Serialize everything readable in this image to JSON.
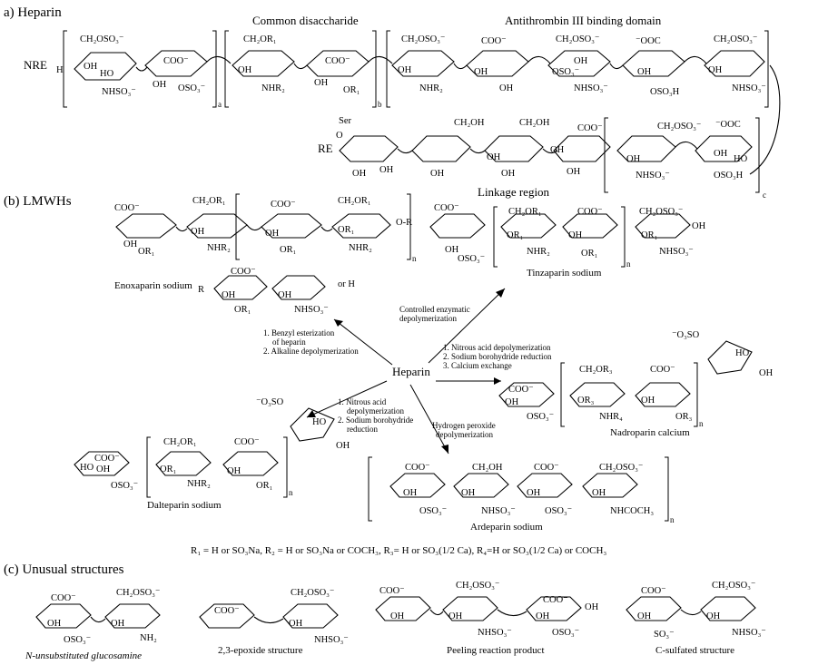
{
  "sections": {
    "a": "a)  Heparin",
    "b": "(b) LMWHs",
    "c": "(c) Unusual structures"
  },
  "heparin": {
    "common": "Common disaccharide",
    "atiii": "Antithrombin III binding domain",
    "linkage": "Linkage region",
    "nre": "NRE",
    "re": "RE",
    "ser": "Ser",
    "h": "H",
    "sub_a": "a",
    "sub_b": "b",
    "sub_c": "c"
  },
  "lmwh": {
    "enoxaparin": "Enoxaparin sodium",
    "tinzaparin": "Tinzaparin sodium",
    "nadroparin": "Nadroparin calcium",
    "dalteparin": "Dalteparin sodium",
    "ardeparin": "Ardeparin sodium",
    "center": "Heparin",
    "or_h": "or  H",
    "r": "R",
    "n": "n"
  },
  "processes": {
    "enox": [
      "1. Benzyl esterization",
      "of heparin",
      "2. Alkaline depolymerization"
    ],
    "tinz": [
      "Controlled enzymatic",
      "depolymerization"
    ],
    "nadro": [
      "1. Nitrous acid depolymerization",
      "2. Sodium borohydride reduction",
      "3. Calcium  exchange"
    ],
    "dalte": [
      "1. Nitrous acid",
      "depolymerization",
      "2. Sodium borohydride",
      "reduction"
    ],
    "arde": [
      "Hydrogen peroxide",
      "depolymerization"
    ]
  },
  "legend": "R₁ = H or SO₃Na, R₂ = H or SO₃Na or COCH₃, R₃= H or SO₃(1/2 Ca), R₄=H or SO₃(1/2 Ca) or COCH₃",
  "unusual": {
    "n_unsub": "N-unsubstituted glucosamine",
    "epoxide": "2,3-epoxide structure",
    "peeling": "Peeling reaction product",
    "c_sulf": "C-sulfated structure"
  },
  "groups": {
    "ch2oso3": "CH₂OSO₃⁻",
    "ch2or1": "CH₂OR₁",
    "ch2or3": "CH₂OR₃",
    "ch2oh": "CH₂OH",
    "coo": "COO⁻",
    "ooc": "⁻OOC",
    "o3so": "⁻O₃SO",
    "oh": "OH",
    "ho": "HO",
    "nhso3": "NHSO₃⁻",
    "nhr2": "NHR₂",
    "nhr4": "NHR₄",
    "nh2": "NH₂",
    "oso3": "OSO₃⁻",
    "oso3h": "OSO₃H",
    "or1": "OR₁",
    "or3": "OR₃",
    "nhcoch3": "NHCOCH₃",
    "so3": "SO₃⁻",
    "o": "O",
    "or_": "O-R"
  }
}
